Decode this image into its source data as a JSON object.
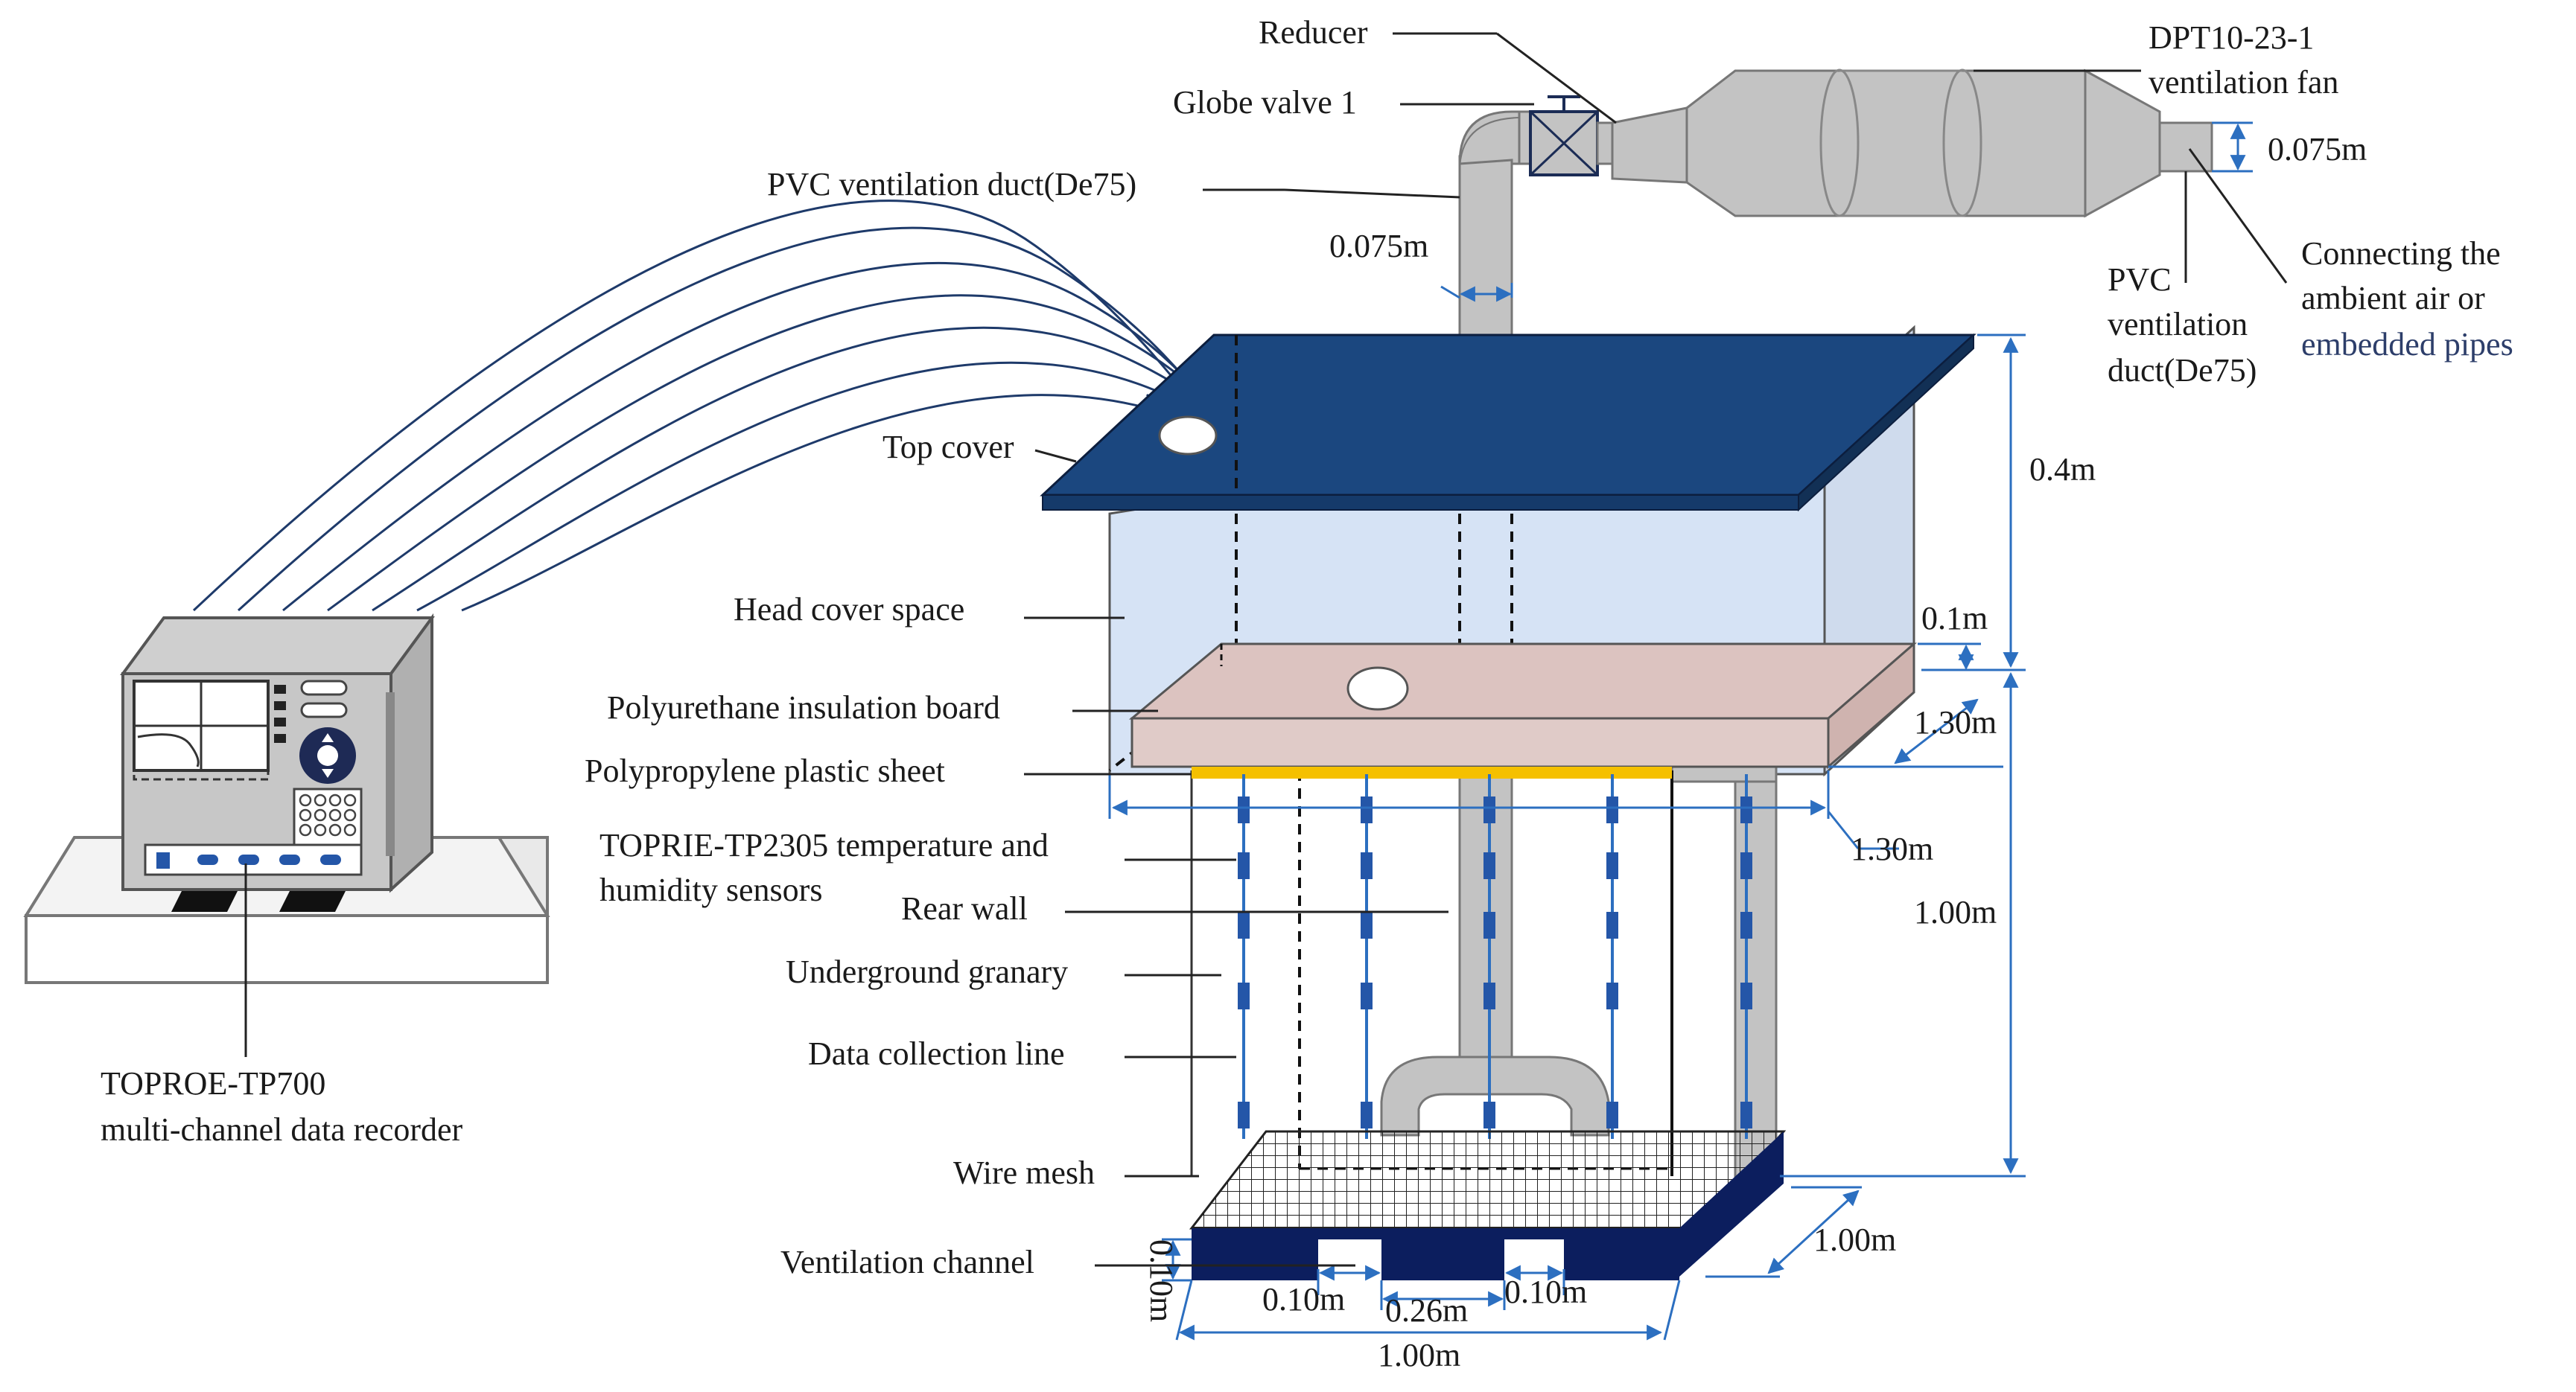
{
  "labels": {
    "reducer": "Reducer",
    "globe_valve": "Globe valve 1",
    "fan_line1": "DPT10-23-1",
    "fan_line2": "ventilation fan",
    "pvc_duct_top": "PVC ventilation duct(De75)",
    "pvc_outlet_line1": "PVC",
    "pvc_outlet_line2": "ventilation",
    "pvc_outlet_line3": "duct(De75)",
    "connecting_line1": "Connecting the",
    "connecting_line2": "ambient air or",
    "connecting_line3": "embedded pipes",
    "top_cover": "Top cover",
    "head_cover_space": "Head cover space",
    "pu_board": "Polyurethane insulation board",
    "pp_sheet": "Polypropylene plastic sheet",
    "sensors_line1": "TOPRIE-TP2305 temperature and",
    "sensors_line2": "humidity sensors",
    "rear_wall": "Rear wall",
    "granary": "Underground granary",
    "data_line": "Data collection line",
    "wire_mesh": "Wire mesh",
    "vent_channel": "Ventilation channel",
    "recorder_line1": "TOPROE-TP700",
    "recorder_line2": "multi-channel data recorder"
  },
  "dimensions": {
    "duct_dia_right": "0.075m",
    "duct_dia_left": "0.075m",
    "cover_height": "0.4m",
    "board_thickness": "0.1m",
    "board_depth": "1.30m",
    "board_width": "1.30m",
    "granary_height": "1.00m",
    "base_depth": "1.00m",
    "channel_height": "0.10m",
    "channel_w1": "0.10m",
    "channel_gap": "0.26m",
    "channel_w2": "0.10m",
    "base_width": "1.00m"
  },
  "colors": {
    "navy": "#1b477f",
    "dark_navy": "#0c1e5e",
    "light_blue": "#d6e3f5",
    "pink": "#dcc3c0",
    "gray_duct": "#c3c3c3",
    "yellow": "#f5c000",
    "dim_blue": "#2c6fc0"
  }
}
